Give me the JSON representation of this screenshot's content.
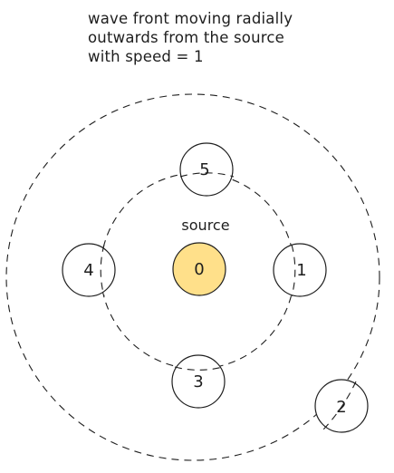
{
  "caption": {
    "line1": "wave front moving radially",
    "line2": "outwards from the source",
    "line3": "with speed = 1"
  },
  "source_label": "source",
  "nodes": {
    "source": {
      "label": "0",
      "fill": "#ffe08a"
    },
    "n1": {
      "label": "1"
    },
    "n2": {
      "label": "2"
    },
    "n3": {
      "label": "3"
    },
    "n4": {
      "label": "4"
    },
    "n5": {
      "label": "5"
    }
  },
  "colors": {
    "stroke": "#1e1e1e",
    "source_fill": "#ffe08a",
    "background": "#ffffff"
  }
}
